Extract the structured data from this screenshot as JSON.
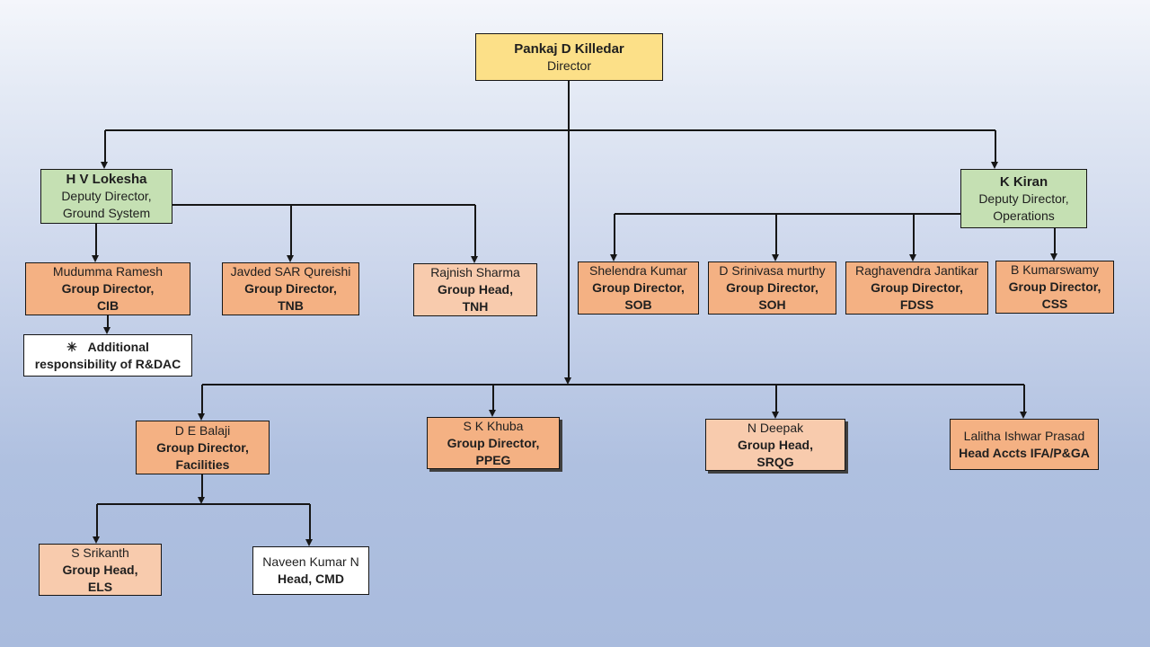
{
  "colors": {
    "director_fill": "#fce088",
    "deputy_fill": "#c5e0b3",
    "group_fill_dark": "#f4b183",
    "group_fill_light": "#f8cbad",
    "note_fill": "#ffffff",
    "connector": "#161616",
    "background_top": "#f4f6fb",
    "background_bottom": "#a9bbdd"
  },
  "org_chart": {
    "nodes": {
      "director": {
        "name": "Pankaj D Killedar",
        "role1": "Director"
      },
      "lokesha": {
        "name": "H V Lokesha",
        "role1": "Deputy Director,",
        "role2": "Ground System"
      },
      "kiran": {
        "name": "K Kiran",
        "role1": "Deputy Director,",
        "role2": "Operations"
      },
      "mudumma": {
        "name": "Mudumma Ramesh",
        "role1": "Group Director,",
        "role2": "CIB"
      },
      "javded": {
        "name": "Javded SAR Qureishi",
        "role1": "Group Director,",
        "role2": "TNB"
      },
      "rajnish": {
        "name": "Rajnish Sharma",
        "role1": "Group Head,",
        "role2": "TNH"
      },
      "note": {
        "line1": "✳   Additional",
        "line2": "responsibility of R&DAC"
      },
      "shelendra": {
        "name": "Shelendra Kumar",
        "role1": "Group Director,",
        "role2": "SOB"
      },
      "srinivasa": {
        "name": "D Srinivasa murthy",
        "role1": "Group Director,",
        "role2": "SOH"
      },
      "raghavendra": {
        "name": "Raghavendra Jantikar",
        "role1": "Group Director,",
        "role2": "FDSS"
      },
      "kumarswamy": {
        "name": "B Kumarswamy",
        "role1": "Group Director,",
        "role2": "CSS"
      },
      "balaji": {
        "name": "D E Balaji",
        "role1": "Group Director,",
        "role2": "Facilities"
      },
      "khuba": {
        "name": "S K Khuba",
        "role1": "Group Director,",
        "role2": "PPEG"
      },
      "deepak": {
        "name": "N Deepak",
        "role1": "Group Head,",
        "role2": "SRQG"
      },
      "lalitha": {
        "name": "Lalitha Ishwar Prasad",
        "role1": "Head Accts IFA/P&GA"
      },
      "srikanth": {
        "name": "S Srikanth",
        "role1": "Group Head,",
        "role2": "ELS"
      },
      "naveen": {
        "name": "Naveen Kumar N",
        "role1": "Head, CMD"
      }
    }
  }
}
